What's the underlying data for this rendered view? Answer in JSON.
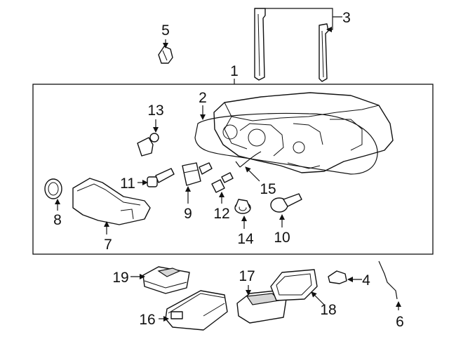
{
  "diagram": {
    "callouts": [
      "1",
      "2",
      "3",
      "4",
      "5",
      "6",
      "7",
      "8",
      "9",
      "10",
      "11",
      "12",
      "13",
      "14",
      "15",
      "16",
      "17",
      "18",
      "19"
    ],
    "colors": {
      "line": "#111111",
      "background": "#ffffff",
      "shade": "#d6d6d6"
    }
  }
}
